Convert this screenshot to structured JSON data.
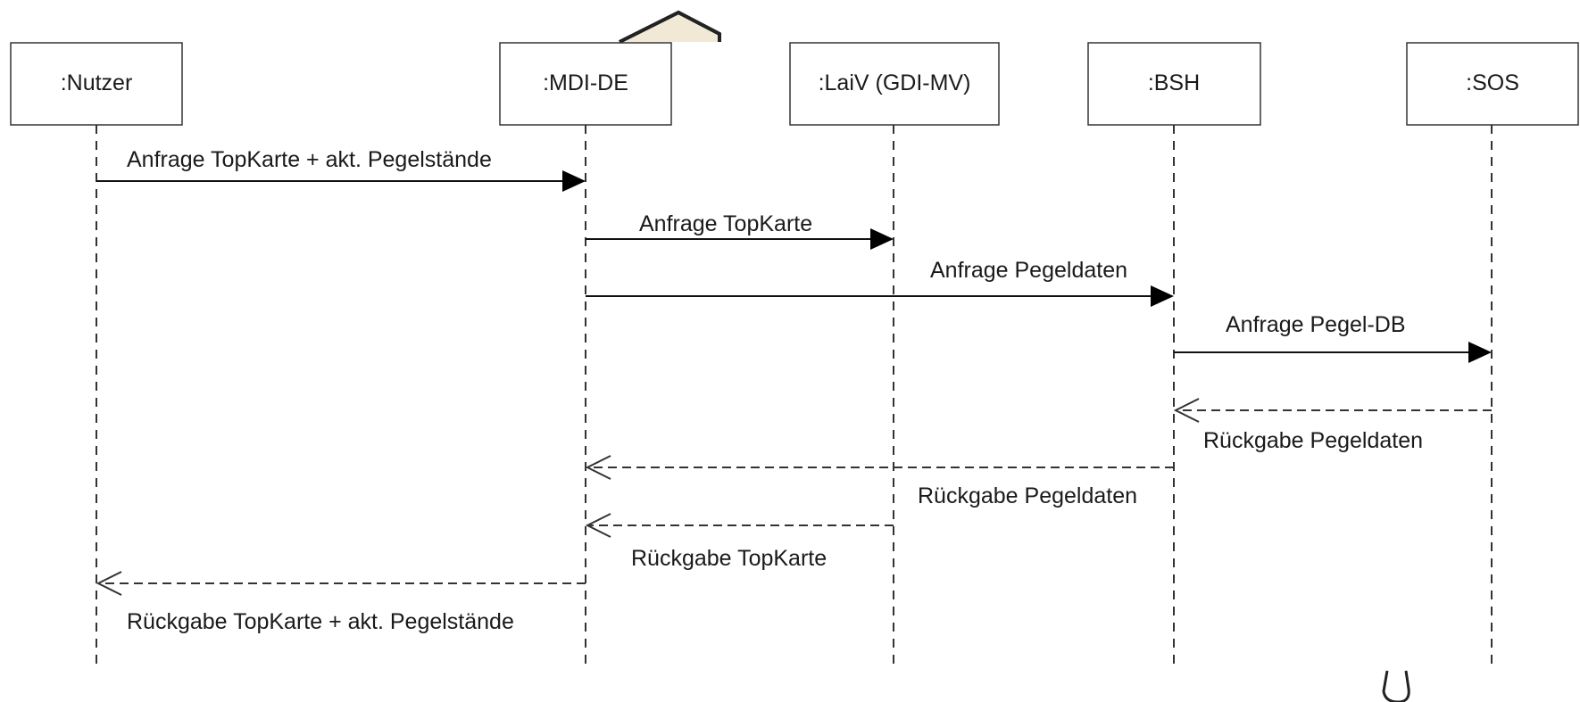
{
  "participants": [
    {
      "id": "nutzer",
      "label": ":Nutzer"
    },
    {
      "id": "mdi",
      "label": ":MDI-DE"
    },
    {
      "id": "laiv",
      "label": ":LaiV (GDI-MV)"
    },
    {
      "id": "bsh",
      "label": ":BSH"
    },
    {
      "id": "sos",
      "label": ":SOS"
    }
  ],
  "messages": [
    {
      "from": "nutzer",
      "to": "mdi",
      "label": "Anfrage TopKarte + akt. Pegelstände",
      "kind": "call"
    },
    {
      "from": "mdi",
      "to": "laiv",
      "label": "Anfrage TopKarte",
      "kind": "call"
    },
    {
      "from": "mdi",
      "to": "bsh",
      "label": "Anfrage Pegeldaten",
      "kind": "call"
    },
    {
      "from": "bsh",
      "to": "sos",
      "label": "Anfrage Pegel-DB",
      "kind": "call"
    },
    {
      "from": "sos",
      "to": "bsh",
      "label": "Rückgabe Pegeldaten",
      "kind": "return"
    },
    {
      "from": "bsh",
      "to": "mdi",
      "label": "Rückgabe Pegeldaten",
      "kind": "return"
    },
    {
      "from": "laiv",
      "to": "mdi",
      "label": "Rückgabe TopKarte",
      "kind": "return"
    },
    {
      "from": "mdi",
      "to": "nutzer",
      "label": "Rückgabe TopKarte + akt. Pegelstände",
      "kind": "return"
    }
  ]
}
